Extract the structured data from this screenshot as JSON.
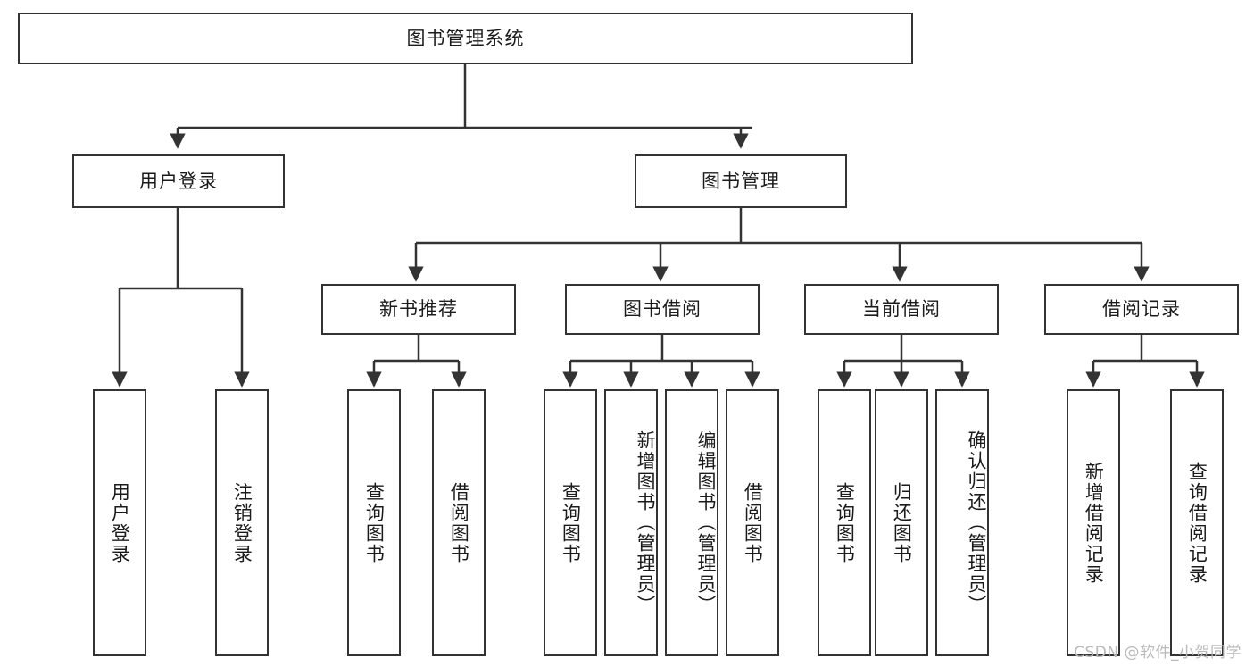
{
  "diagram": {
    "title": "图书管理系统",
    "type": "tree-hierarchy",
    "background_color": "#ffffff",
    "box_border_color": "#333333",
    "text_color": "#1b1b1b",
    "watermark": "CSDN @软件_小贺同学"
  },
  "nodes": {
    "root": {
      "label": "图书管理系统",
      "level": 0,
      "orientation": "horizontal"
    },
    "user_login": {
      "label": "用户登录",
      "level": 1,
      "orientation": "horizontal"
    },
    "book_manage": {
      "label": "图书管理",
      "level": 1,
      "orientation": "horizontal"
    },
    "new_book_rec": {
      "label": "新书推荐",
      "level": 2,
      "orientation": "horizontal"
    },
    "book_borrow": {
      "label": "图书借阅",
      "level": 2,
      "orientation": "horizontal"
    },
    "current_borrow": {
      "label": "当前借阅",
      "level": 2,
      "orientation": "horizontal"
    },
    "borrow_record": {
      "label": "借阅记录",
      "level": 2,
      "orientation": "horizontal"
    },
    "leaf_user_login": {
      "label": "用户登录",
      "level": 3,
      "orientation": "vertical"
    },
    "leaf_logout": {
      "label": "注销登录",
      "level": 3,
      "orientation": "vertical"
    },
    "leaf_query_book_1": {
      "label": "查询图书",
      "level": 3,
      "orientation": "vertical"
    },
    "leaf_borrow_book_1": {
      "label": "借阅图书",
      "level": 3,
      "orientation": "vertical"
    },
    "leaf_query_book_2": {
      "label": "查询图书",
      "level": 3,
      "orientation": "vertical"
    },
    "leaf_add_book": {
      "label": "新增图书（管理员）",
      "level": 3,
      "orientation": "vertical"
    },
    "leaf_edit_book": {
      "label": "编辑图书（管理员）",
      "level": 3,
      "orientation": "vertical"
    },
    "leaf_borrow_book_2": {
      "label": "借阅图书",
      "level": 3,
      "orientation": "vertical"
    },
    "leaf_query_book_3": {
      "label": "查询图书",
      "level": 3,
      "orientation": "vertical"
    },
    "leaf_return_book": {
      "label": "归还图书",
      "level": 3,
      "orientation": "vertical"
    },
    "leaf_confirm_return": {
      "label": "确认归还（管理员）",
      "level": 3,
      "orientation": "vertical"
    },
    "leaf_add_record": {
      "label": "新增借阅记录",
      "level": 3,
      "orientation": "vertical"
    },
    "leaf_query_record": {
      "label": "查询借阅记录",
      "level": 3,
      "orientation": "vertical"
    }
  },
  "edges": [
    {
      "from": "root",
      "to": "user_login"
    },
    {
      "from": "root",
      "to": "book_manage"
    },
    {
      "from": "user_login",
      "to": "leaf_user_login"
    },
    {
      "from": "user_login",
      "to": "leaf_logout"
    },
    {
      "from": "book_manage",
      "to": "new_book_rec"
    },
    {
      "from": "book_manage",
      "to": "book_borrow"
    },
    {
      "from": "book_manage",
      "to": "current_borrow"
    },
    {
      "from": "book_manage",
      "to": "borrow_record"
    },
    {
      "from": "new_book_rec",
      "to": "leaf_query_book_1"
    },
    {
      "from": "new_book_rec",
      "to": "leaf_borrow_book_1"
    },
    {
      "from": "book_borrow",
      "to": "leaf_query_book_2"
    },
    {
      "from": "book_borrow",
      "to": "leaf_add_book"
    },
    {
      "from": "book_borrow",
      "to": "leaf_edit_book"
    },
    {
      "from": "book_borrow",
      "to": "leaf_borrow_book_2"
    },
    {
      "from": "current_borrow",
      "to": "leaf_query_book_3"
    },
    {
      "from": "current_borrow",
      "to": "leaf_return_book"
    },
    {
      "from": "current_borrow",
      "to": "leaf_confirm_return"
    },
    {
      "from": "borrow_record",
      "to": "leaf_add_record"
    },
    {
      "from": "borrow_record",
      "to": "leaf_query_record"
    }
  ]
}
